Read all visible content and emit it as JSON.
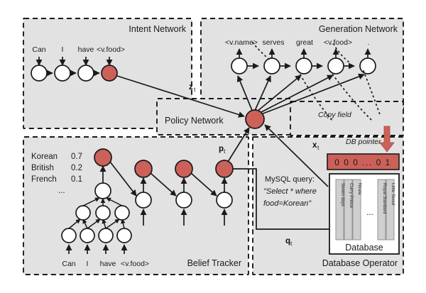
{
  "figure": {
    "title": "Neural dialogue system architecture diagram",
    "accent_red": "#cc6159",
    "panel_gray": "#e2e2e2",
    "line_color": "#1a1a1a"
  },
  "sections": {
    "intent_network": "Intent Network",
    "generation_network": "Generation Network",
    "policy_network": "Policy Network",
    "belief_tracker": "Belief Tracker",
    "database_operator": "Database Operator",
    "copy_field": "Copy field",
    "db_pointer": "DB pointer",
    "database": "Database"
  },
  "intent_network": {
    "input_words": [
      "Can",
      "I",
      "have",
      "<v.food>"
    ],
    "node_count": 4,
    "output_label": "z",
    "output_subscript": "t"
  },
  "generation_network": {
    "output_words": [
      "<v.name>",
      "serves",
      "great",
      "<v.food>",
      "."
    ],
    "node_count": 5
  },
  "policy_network": {
    "node_count": 1
  },
  "belief_tracker": {
    "input_words": [
      "Can",
      "I",
      "have",
      "<v.food>"
    ],
    "distribution": [
      {
        "label": "Korean",
        "value": "0.7"
      },
      {
        "label": "British",
        "value": "0.2"
      },
      {
        "label": "French",
        "value": "0.1"
      }
    ],
    "ellipsis": "...",
    "output_label": "p",
    "output_subscript": "t",
    "slot_count": 4
  },
  "database_operator": {
    "query_heading": "MySQL query:",
    "query_line_1": "\"Select * where",
    "query_line_2": "food=Korean\"",
    "query_label": "q",
    "query_subscript": "t",
    "pointer_label": "x",
    "pointer_subscript": "t",
    "pointer_vector": "0 0 0  ...  0 1",
    "db_columns_left": [
      "Seven days",
      "Curry Prince",
      "Nirala"
    ],
    "db_columns_right": [
      "Royal Standard",
      "Little Seoul"
    ],
    "db_ellipsis": "..."
  }
}
